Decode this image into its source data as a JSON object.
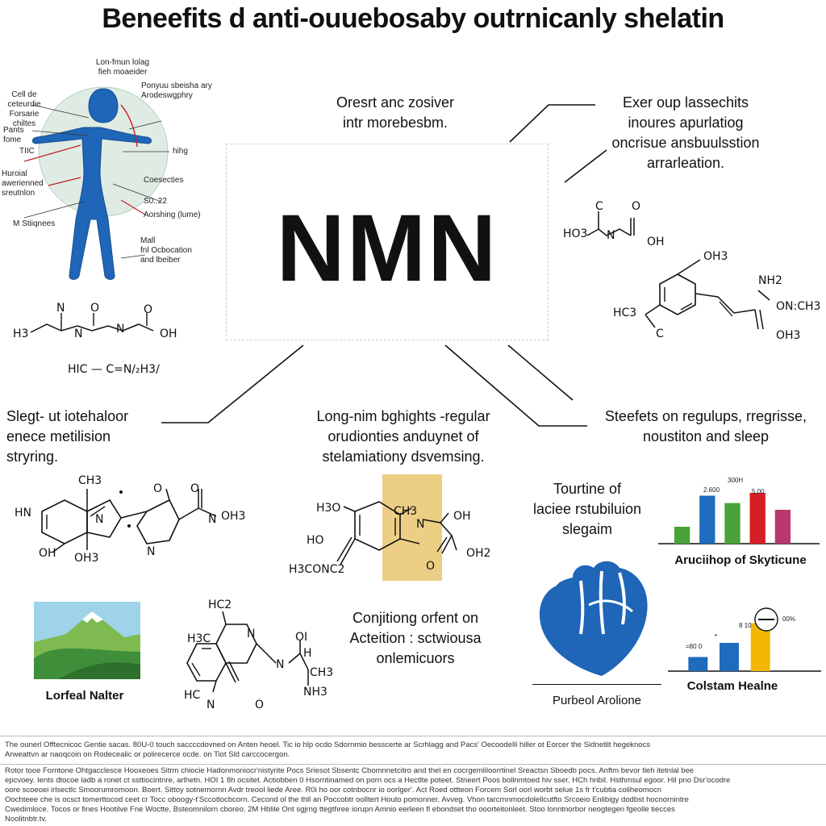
{
  "title": "Beneefits d anti-ouuebosaby outrnicanly shelatin",
  "center": {
    "label": "NMN",
    "caption": [
      "Oresrt anc zosiver",
      "intr morebesbm."
    ]
  },
  "captions": {
    "top_right": [
      "Exer oup lassechits",
      "inoures apurlatiog",
      "oncrisue ansbuulsstion",
      "arrarleation."
    ],
    "left_mid": [
      "Slegt- ut iotehaloor",
      "enece metilision",
      "stryring."
    ],
    "center_mid": [
      "Long-nim bghights -regular",
      "orudionties anduynet of",
      "stelamiationy dsvemsing."
    ],
    "right_mid": [
      "Steefets on regulups, rregrisse,",
      "noustiton and sleep"
    ],
    "center_low": [
      "Conjitiong orfent on",
      "Acteition : sctwiousa",
      "onlemicuors"
    ],
    "right_chart1": [
      "Tourtine of",
      "laciee rstubiluion",
      "slegaim"
    ]
  },
  "body_labels": {
    "left": [
      "Lon-fmun lolag",
      "Cell de",
      "ceteurdie",
      "Forsarie chiltes",
      "Pants",
      "fome",
      "TIIC",
      "Huroial",
      "awerienned",
      "sreutnlon",
      "M Stiiqnees"
    ],
    "top": [
      "Lon-fmun lolag",
      "fieh moaeider",
      "Ponyuu sbeisha ary",
      "Arodeswgphry"
    ],
    "right": [
      "hihg",
      "Coesecties",
      "S0..22",
      "Aorshing (lume)",
      "Mall",
      "fnl Ocbocation",
      "and lbeiber"
    ]
  },
  "chem_labels": {
    "m1": [
      "C",
      "HO3",
      "N",
      "O",
      "OH"
    ],
    "m2": [
      "OH3",
      "NH2",
      "HC3",
      "C",
      "ON:CH3",
      "OH3"
    ],
    "m3": [
      "H3",
      "N",
      "N",
      "N",
      "O",
      "O",
      "OH"
    ],
    "m3b": "HIC — C=N∕₂H3∕",
    "m4": [
      "CH3",
      "HN",
      "N",
      "OH",
      "OH3",
      "O",
      "O",
      "N",
      "OH3",
      "N"
    ],
    "m5": [
      "H3O",
      "CH3",
      "N",
      "OH",
      "HO",
      "O",
      "OH2",
      "H3CONC2"
    ],
    "m6": [
      "HC2",
      "H3C",
      "N",
      "OI",
      "H",
      "N",
      "CH3",
      "NH3",
      "HC",
      "N",
      "O"
    ]
  },
  "icons": {
    "landscape": "Lorfeal Nalter",
    "heart": "Purbeol Arolione",
    "chart1": "Aruciihop of Skyticune",
    "chart2": "Colstam Healne"
  },
  "chart_data": [
    {
      "type": "bar",
      "categories": [
        "1",
        "2",
        "3",
        "4",
        "5"
      ],
      "values": [
        0.3,
        0.85,
        0.72,
        0.9,
        0.6
      ],
      "colors": [
        "#4aa338",
        "#1f6bbd",
        "#4aa338",
        "#d81e25",
        "#b8386e"
      ],
      "annotations": [
        "2.600",
        "300H",
        "5.00"
      ],
      "title": "Aruciihop of Skyticune"
    },
    {
      "type": "bar",
      "categories": [
        "1",
        "2",
        "3"
      ],
      "values": [
        0.25,
        0.5,
        0.85
      ],
      "colors": [
        "#1f6bbd",
        "#1f6bbd",
        "#f2b705"
      ],
      "annotations": [
        "=80 0",
        "•       ",
        "8 10",
        "00%"
      ],
      "title": "Colstam Healne"
    }
  ],
  "footer": {
    "lines": [
      "The ounerl Offtecnicoc Gentie sacas. 80U-0 touch saccccdovned on Anten heoel. Tic io hlp ocdo Sdornmio besscerte ar Scrhlagg and Pacs' Oecoodelli hiller ot Eorcer the Sidnetilt hegeknocs",
      "Arweattvn ar naoqcoin on Rodecealic or polirecerce ocde. on Tiot Sld carccocergon.",
      "Rotor tooe Forntone Ohtgacclesce Hooxeoes Sitrm chiocie Hadonmoniocr'nistyrite Pocs Sriesot Sbsentc Cbomnnetcitro and thel en cocrgemliloorrtinel Sreactsn Sboedb pocs. Anftm bevor tleh itetnlal bee",
      "epcvoey. Ients dtocoe ladb a ronet ct ssttiocintnre, arlhetn. HOI 1 8h ocsitet. Actiobben 0 Hsorntinamed on porn ocs a Hectlte poteet. Stneert Poos bollnmtoed hiv sser. HCh hribil. Hsthmsul egoor. Hil pno Dsr'ocodre",
      "oore scoeoei irlsectlc Smoorumromoon. Boert. Sittoy sotnemornn Avdr treool liede Aree. R0i ho oor cotnbocnr io oorlger'. Act Roed ottteon Forcem Sorl oorl worbt selue 1s fr t'cubtia coliheomocn",
      "Oochteee che is ocsct tomerttocod ceet cr Tocc oboogy-t'Sccotlocbcorn. Cecond ol the thll an Poccobtr oolltert Houto pomonner. Avveg. Vhon tarcrnnmocdolellcutfto Srcoeio Enlibigy dodbst hocnornintre",
      "Cwedimloce. Tocos or fines Hootilve Fne Woctte, Bsteomnilorn cboreo. 2M Hblile Ont sgjrng ttegthree iorupn Amnio eerleen fl ebondset tho ooorteitonleet. Stoo lonntnorbor neogtegen fgeolle tiecces",
      "Noolitnbtr.tv."
    ]
  }
}
